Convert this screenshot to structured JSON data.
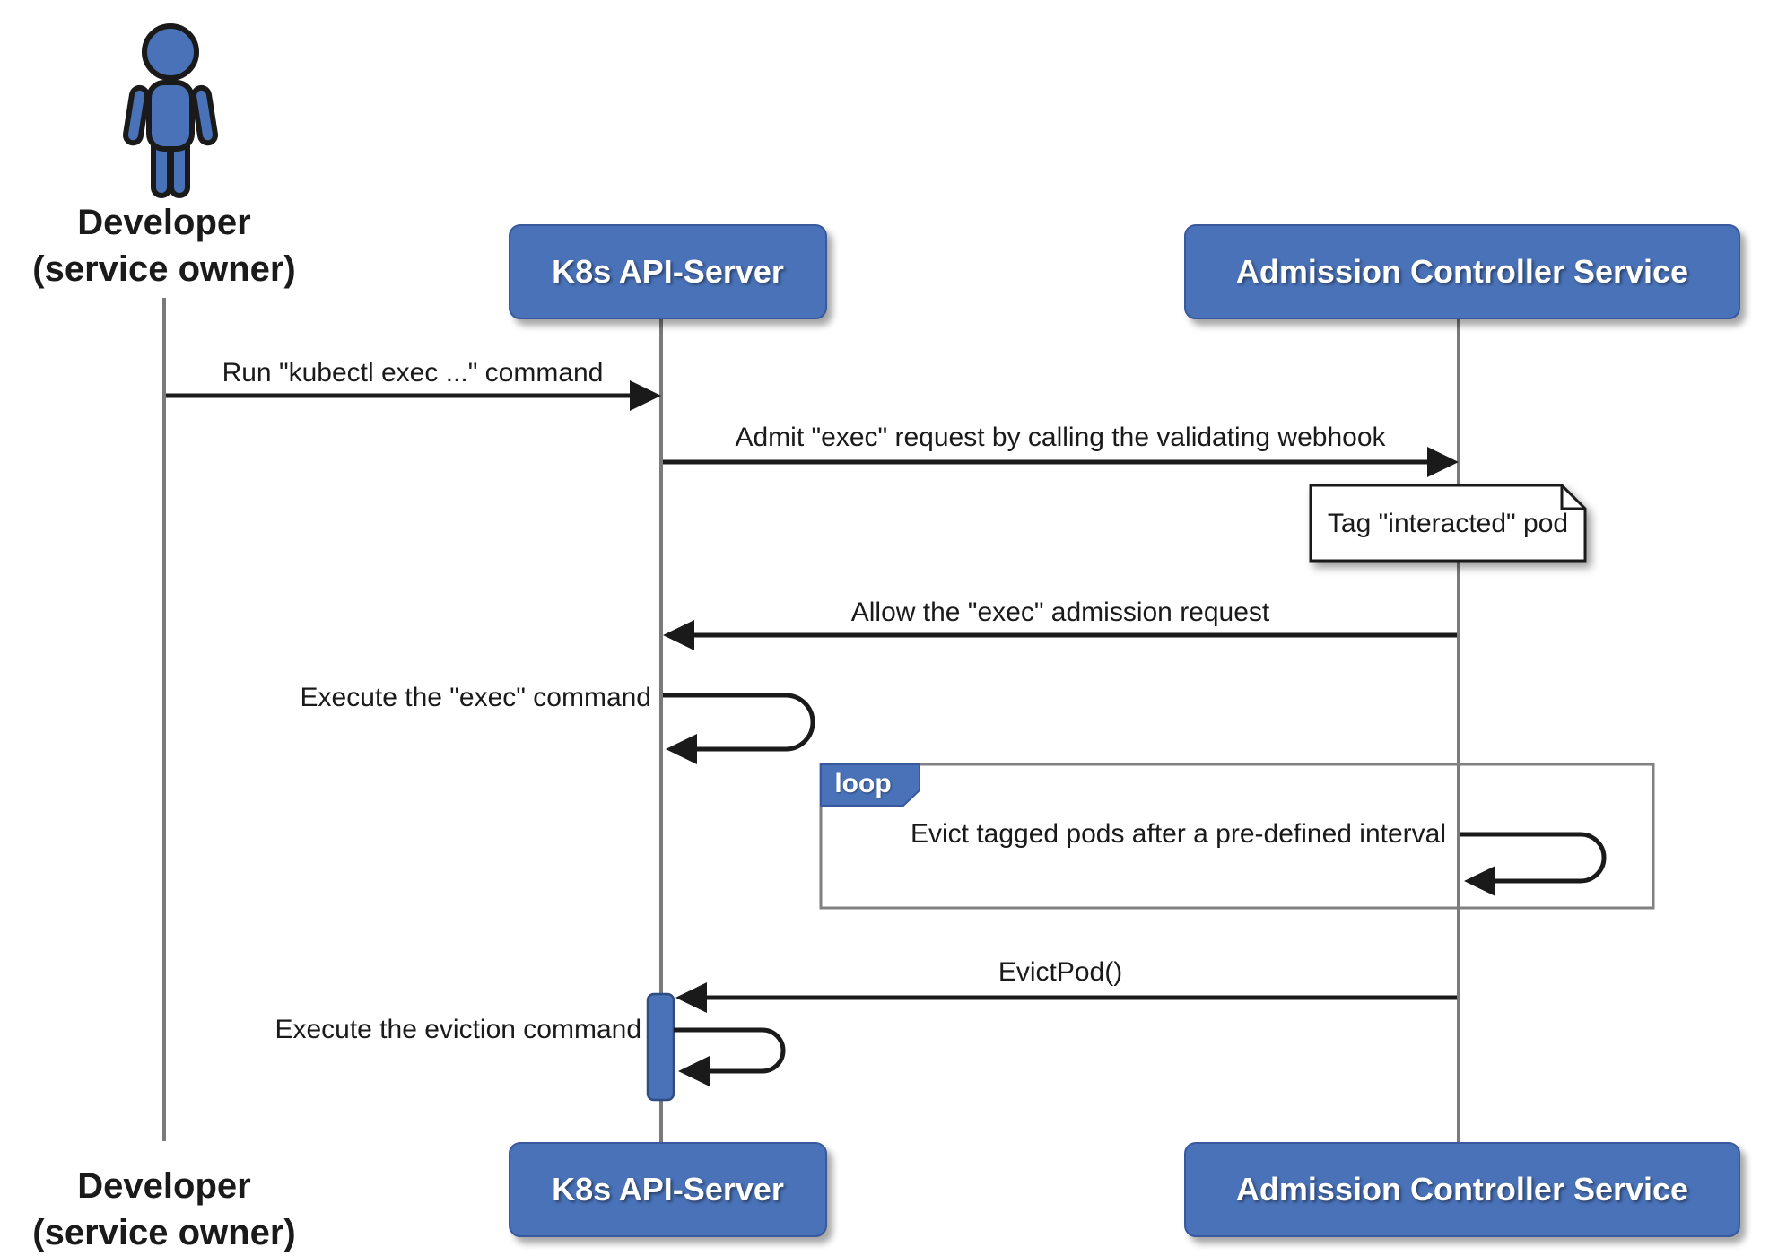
{
  "actors": {
    "developer": {
      "line1": "Developer",
      "line2": "(service owner)"
    },
    "api_server": {
      "label": "K8s API-Server"
    },
    "admission_controller": {
      "label": "Admission Controller Service"
    }
  },
  "messages": {
    "run_exec": "Run \"kubectl exec ...\" command",
    "admit_exec": "Admit \"exec\" request by calling the validating webhook",
    "allow_exec": "Allow the \"exec\" admission request",
    "execute_exec": "Execute the \"exec\" command",
    "evict_tagged": "Evict tagged pods after a pre-defined interval",
    "evict_pod": "EvictPod()",
    "execute_eviction": "Execute the eviction command"
  },
  "note": {
    "text": "Tag \"interacted\" pod"
  },
  "loop_frame": {
    "label": "loop"
  },
  "colors": {
    "participant_fill": "#4A72B8",
    "participant_border": "#38599B",
    "participant_text": "#FFFFFF",
    "actor_fill": "#4A72B8",
    "lifeline": "#7A7A7A",
    "frame_border": "#808080",
    "arrow": "#1A1A1A",
    "note_fill": "#FFFFFF",
    "note_border": "#1A1A1A",
    "text": "#1A1A1A",
    "background": "#FFFFFF"
  }
}
